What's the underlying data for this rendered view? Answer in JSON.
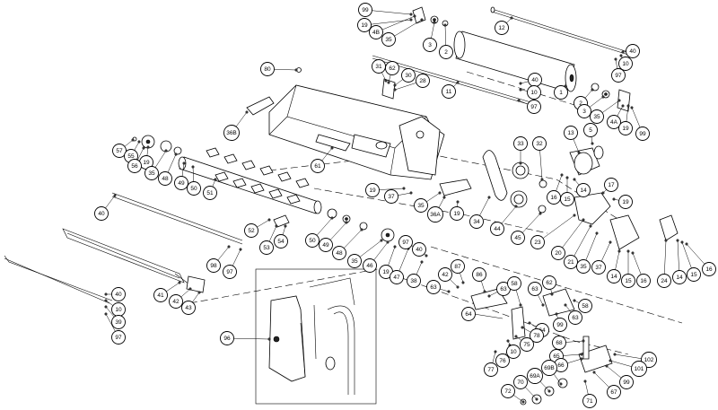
{
  "diagram": {
    "title": "Exploded parts diagram",
    "colors": {
      "ink": "#000000",
      "paper": "#ffffff"
    },
    "callouts": [
      {
        "id": "c99a",
        "label": "99"
      },
      {
        "id": "c19a",
        "label": "19"
      },
      {
        "id": "c4B",
        "label": "4B"
      },
      {
        "id": "c35a",
        "label": "35"
      },
      {
        "id": "c3a",
        "label": "3"
      },
      {
        "id": "c2a",
        "label": "2"
      },
      {
        "id": "c12",
        "label": "12"
      },
      {
        "id": "c40a",
        "label": "40"
      },
      {
        "id": "c10a",
        "label": "10"
      },
      {
        "id": "c97a",
        "label": "97"
      },
      {
        "id": "c80",
        "label": "80"
      },
      {
        "id": "c31",
        "label": "31"
      },
      {
        "id": "c62a",
        "label": "62"
      },
      {
        "id": "c30",
        "label": "30"
      },
      {
        "id": "c28",
        "label": "28"
      },
      {
        "id": "c11",
        "label": "11"
      },
      {
        "id": "c40b",
        "label": "40"
      },
      {
        "id": "c10b",
        "label": "10"
      },
      {
        "id": "c97b",
        "label": "97"
      },
      {
        "id": "c1",
        "label": "1"
      },
      {
        "id": "c2b",
        "label": "2"
      },
      {
        "id": "c3b",
        "label": "3"
      },
      {
        "id": "c35b",
        "label": "35"
      },
      {
        "id": "c4A",
        "label": "4A"
      },
      {
        "id": "c19b",
        "label": "19"
      },
      {
        "id": "c99b",
        "label": "99"
      },
      {
        "id": "c36B",
        "label": "36B"
      },
      {
        "id": "c57",
        "label": "57"
      },
      {
        "id": "c55",
        "label": "55"
      },
      {
        "id": "c19c",
        "label": "19"
      },
      {
        "id": "c56",
        "label": "56"
      },
      {
        "id": "c35c",
        "label": "35"
      },
      {
        "id": "c48a",
        "label": "48"
      },
      {
        "id": "c49a",
        "label": "49"
      },
      {
        "id": "c50a",
        "label": "50"
      },
      {
        "id": "c51",
        "label": "51"
      },
      {
        "id": "c61",
        "label": "61"
      },
      {
        "id": "c33",
        "label": "33"
      },
      {
        "id": "c32",
        "label": "32"
      },
      {
        "id": "c13",
        "label": "13"
      },
      {
        "id": "c5",
        "label": "5"
      },
      {
        "id": "c16a",
        "label": "16"
      },
      {
        "id": "c15a",
        "label": "15"
      },
      {
        "id": "c14a",
        "label": "14"
      },
      {
        "id": "c17",
        "label": "17"
      },
      {
        "id": "c19d",
        "label": "19"
      },
      {
        "id": "c19e",
        "label": "19"
      },
      {
        "id": "c37a",
        "label": "37"
      },
      {
        "id": "c35d",
        "label": "35"
      },
      {
        "id": "c36A",
        "label": "36A"
      },
      {
        "id": "c19f",
        "label": "19"
      },
      {
        "id": "c34",
        "label": "34"
      },
      {
        "id": "c44",
        "label": "44"
      },
      {
        "id": "c45",
        "label": "45"
      },
      {
        "id": "c23",
        "label": "23"
      },
      {
        "id": "c20",
        "label": "20"
      },
      {
        "id": "c21",
        "label": "21"
      },
      {
        "id": "c35e",
        "label": "35"
      },
      {
        "id": "c37b",
        "label": "37"
      },
      {
        "id": "c14b",
        "label": "14"
      },
      {
        "id": "c15b",
        "label": "15"
      },
      {
        "id": "c16b",
        "label": "16"
      },
      {
        "id": "c24",
        "label": "24"
      },
      {
        "id": "c14c",
        "label": "14"
      },
      {
        "id": "c15c",
        "label": "15"
      },
      {
        "id": "c16c",
        "label": "16"
      },
      {
        "id": "c40c",
        "label": "40"
      },
      {
        "id": "c52",
        "label": "52"
      },
      {
        "id": "c53",
        "label": "53"
      },
      {
        "id": "c54",
        "label": "54"
      },
      {
        "id": "c50b",
        "label": "50"
      },
      {
        "id": "c49b",
        "label": "49"
      },
      {
        "id": "c48b",
        "label": "48"
      },
      {
        "id": "c35f",
        "label": "35"
      },
      {
        "id": "c46",
        "label": "46"
      },
      {
        "id": "c19g",
        "label": "19"
      },
      {
        "id": "c47",
        "label": "47"
      },
      {
        "id": "c97c",
        "label": "97"
      },
      {
        "id": "c40d",
        "label": "40"
      },
      {
        "id": "c38",
        "label": "38"
      },
      {
        "id": "c98",
        "label": "98"
      },
      {
        "id": "c97d",
        "label": "97"
      },
      {
        "id": "c41",
        "label": "41"
      },
      {
        "id": "c42a",
        "label": "42"
      },
      {
        "id": "c43",
        "label": "43"
      },
      {
        "id": "c40e",
        "label": "40"
      },
      {
        "id": "c10c",
        "label": "10"
      },
      {
        "id": "c39",
        "label": "39"
      },
      {
        "id": "c97e",
        "label": "97"
      },
      {
        "id": "c42b",
        "label": "42"
      },
      {
        "id": "c87",
        "label": "87"
      },
      {
        "id": "c86",
        "label": "86"
      },
      {
        "id": "c63a",
        "label": "63"
      },
      {
        "id": "c63b",
        "label": "63"
      },
      {
        "id": "c58a",
        "label": "58"
      },
      {
        "id": "c63c",
        "label": "63"
      },
      {
        "id": "c62b",
        "label": "62"
      },
      {
        "id": "c64a",
        "label": "64"
      },
      {
        "id": "c58b",
        "label": "58"
      },
      {
        "id": "c63d",
        "label": "63"
      },
      {
        "id": "c99c",
        "label": "99"
      },
      {
        "id": "c64b",
        "label": "64"
      },
      {
        "id": "c78",
        "label": "78"
      },
      {
        "id": "c75",
        "label": "75"
      },
      {
        "id": "c76",
        "label": "76"
      },
      {
        "id": "c10d",
        "label": "10"
      },
      {
        "id": "c77",
        "label": "77"
      },
      {
        "id": "c68",
        "label": "68"
      },
      {
        "id": "c65",
        "label": "65"
      },
      {
        "id": "c66",
        "label": "66"
      },
      {
        "id": "c102",
        "label": "102"
      },
      {
        "id": "c101",
        "label": "101"
      },
      {
        "id": "c69B",
        "label": "69B"
      },
      {
        "id": "c69A",
        "label": "69A"
      },
      {
        "id": "c70",
        "label": "70"
      },
      {
        "id": "c72",
        "label": "72"
      },
      {
        "id": "c99d",
        "label": "99"
      },
      {
        "id": "c67",
        "label": "67"
      },
      {
        "id": "c71",
        "label": "71"
      },
      {
        "id": "c96",
        "label": "96"
      }
    ]
  }
}
